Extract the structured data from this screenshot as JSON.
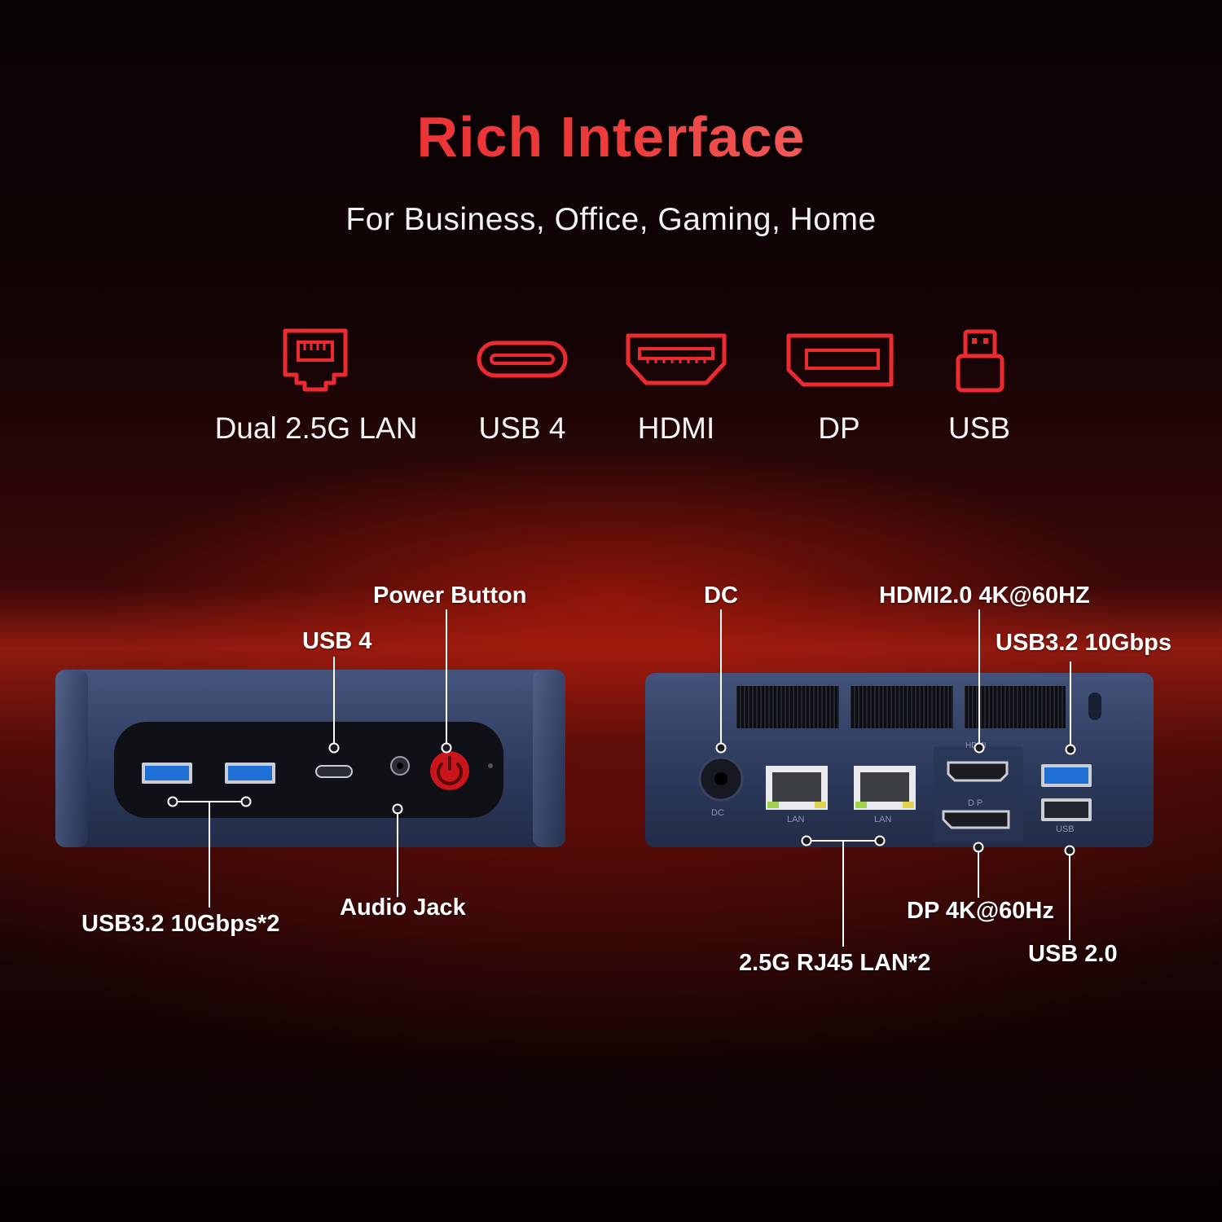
{
  "header": {
    "title": "Rich Interface",
    "subtitle": "For Business, Office, Gaming, Home"
  },
  "port_types": [
    {
      "label": "Dual 2.5G LAN",
      "icon": "ethernet-port-icon"
    },
    {
      "label": "USB 4",
      "icon": "usb-c-port-icon"
    },
    {
      "label": "HDMI",
      "icon": "hdmi-port-icon"
    },
    {
      "label": "DP",
      "icon": "displayport-icon"
    },
    {
      "label": "USB",
      "icon": "usb-port-icon"
    }
  ],
  "front_panel": {
    "power_button": "Power Button",
    "usb4": "USB 4",
    "usb32": "USB3.2 10Gbps*2",
    "audio_jack": "Audio Jack"
  },
  "rear_panel": {
    "dc": "DC",
    "hdmi": "HDMI2.0 4K@60HZ",
    "usb32": "USB3.2 10Gbps",
    "dp": "DP 4K@60Hz",
    "usb20": "USB 2.0",
    "lan": "2.5G RJ45 LAN*2",
    "port_marks": {
      "dc": "DC",
      "lan": "LAN",
      "hdmi": "HDMI",
      "dp": "D P",
      "usb": "USB"
    }
  },
  "colors": {
    "accent": "#e5282d",
    "device_body": "#2f3b5c",
    "power_button": "#c8161c"
  }
}
